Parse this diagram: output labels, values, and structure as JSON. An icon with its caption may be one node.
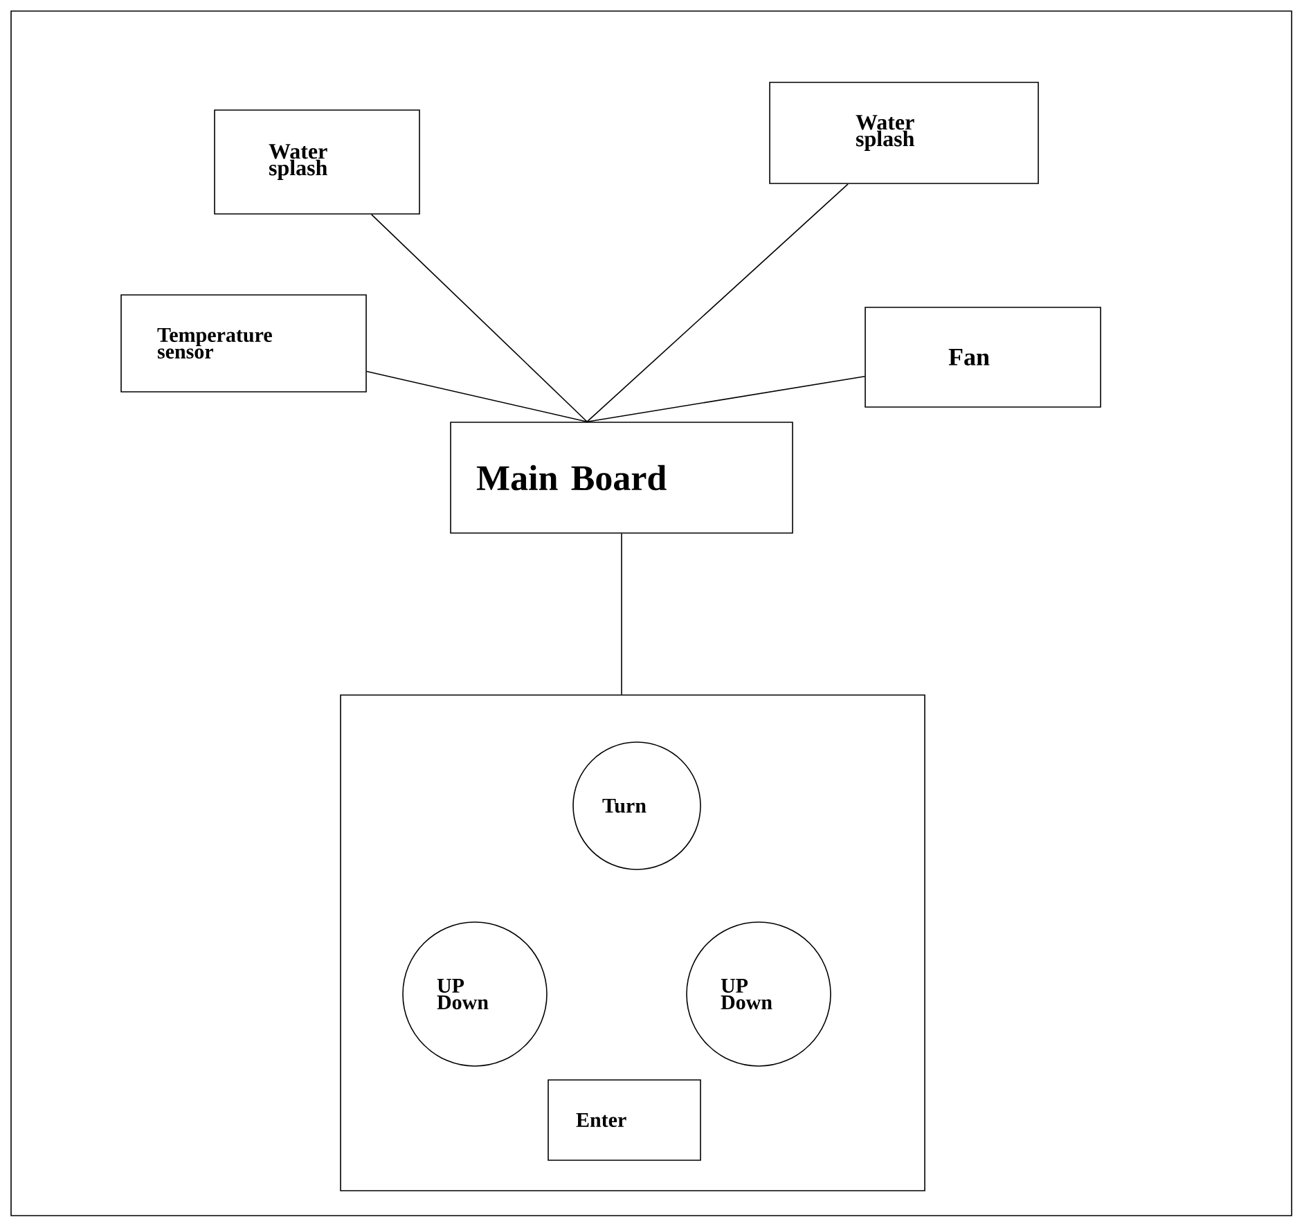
{
  "diagram": {
    "nodes": [
      {
        "text": [
          "Water splash"
        ]
      },
      {
        "text": [
          "Water splash"
        ]
      },
      {
        "text": [
          "Temperature sensor"
        ]
      },
      {
        "text": [
          "Fan"
        ]
      },
      {
        "text": [
          "Main Board"
        ]
      },
      {
        "text": [],
        "shape": "box"
      },
      {
        "text": [
          "Turn"
        ],
        "in": 5
      },
      {
        "text": [
          "UP Down"
        ],
        "in": 5
      },
      {
        "text": [
          "UP Down"
        ],
        "in": 5
      },
      {
        "text": [
          "Enter"
        ],
        "in": 5
      }
    ],
    "edges": [
      {
        "from": 0,
        "to": 4,
        "arrow": "none"
      },
      {
        "from": 2,
        "to": 4,
        "arrow": "none"
      },
      {
        "from": 1,
        "to": 4,
        "arrow": "none"
      },
      {
        "from": 3,
        "to": 4,
        "arrow": "none"
      },
      {
        "from": 4,
        "to": 5,
        "arrow": "none"
      }
    ]
  }
}
